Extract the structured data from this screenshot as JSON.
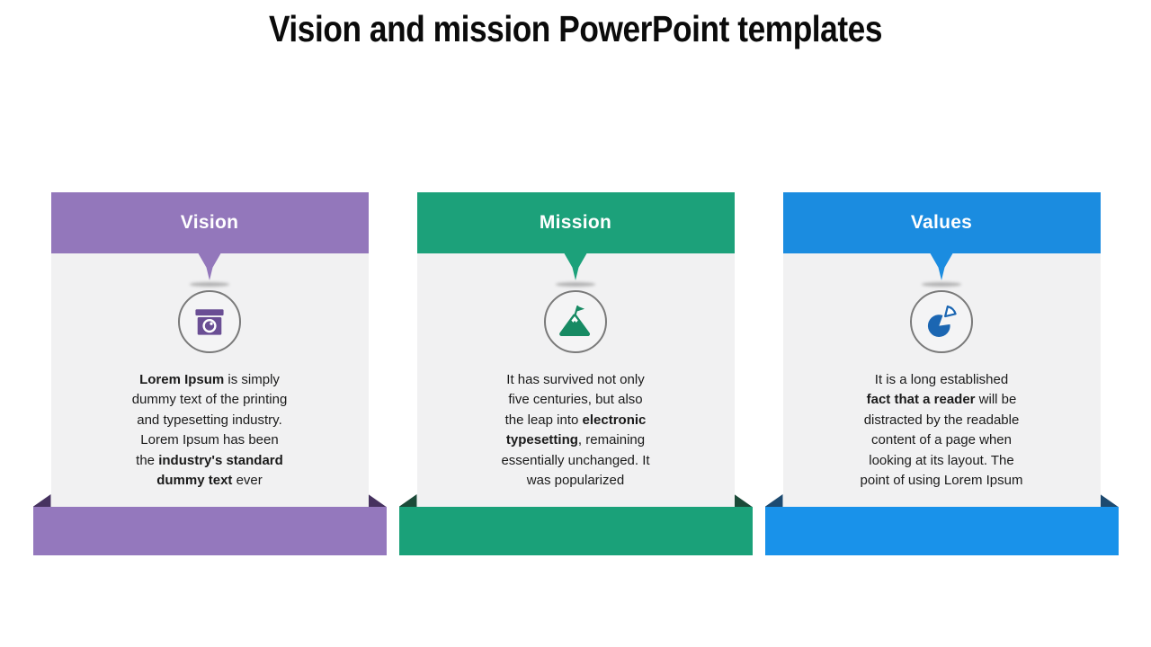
{
  "page": {
    "title": "Vision and mission PowerPoint templates",
    "background": "#ffffff"
  },
  "cards": [
    {
      "title": "Vision",
      "icon": "projector-icon",
      "colors": {
        "header": "#9377bb",
        "footer": "#9478bd",
        "fold": "#46325f",
        "icon": "#6a4e94"
      },
      "body_lines": [
        [
          {
            "t": "Lorem Ipsum",
            "b": true
          },
          {
            "t": " is simply"
          }
        ],
        [
          {
            "t": "dummy text of the printing"
          }
        ],
        [
          {
            "t": "and typesetting industry."
          }
        ],
        [
          {
            "t": "Lorem Ipsum has been"
          }
        ],
        [
          {
            "t": "the "
          },
          {
            "t": "industry's standard",
            "b": true
          }
        ],
        [
          {
            "t": "dummy text",
            "b": true
          },
          {
            "t": " ever"
          }
        ]
      ]
    },
    {
      "title": "Mission",
      "icon": "mountain-flag-icon",
      "colors": {
        "header": "#1ca17a",
        "footer": "#1aa179",
        "fold": "#1b4a38",
        "icon": "#178a63"
      },
      "body_lines": [
        [
          {
            "t": "It has survived not only"
          }
        ],
        [
          {
            "t": "five centuries, but also"
          }
        ],
        [
          {
            "t": "the leap into "
          },
          {
            "t": "electronic",
            "b": true
          }
        ],
        [
          {
            "t": "typesetting",
            "b": true
          },
          {
            "t": ", remaining"
          }
        ],
        [
          {
            "t": "essentially unchanged. It"
          }
        ],
        [
          {
            "t": "was popularized"
          }
        ]
      ]
    },
    {
      "title": "Values",
      "icon": "pie-chart-icon",
      "colors": {
        "header": "#1b8ce0",
        "footer": "#1992ea",
        "fold": "#1d4a70",
        "icon": "#1b66b2"
      },
      "body_lines": [
        [
          {
            "t": "It is a long established"
          }
        ],
        [
          {
            "t": "fact that a reader",
            "b": true
          },
          {
            "t": " will be"
          }
        ],
        [
          {
            "t": "distracted by the readable"
          }
        ],
        [
          {
            "t": "content of a page when"
          }
        ],
        [
          {
            "t": "looking at its layout. The"
          }
        ],
        [
          {
            "t": "point of using Lorem Ipsum"
          }
        ]
      ]
    }
  ]
}
